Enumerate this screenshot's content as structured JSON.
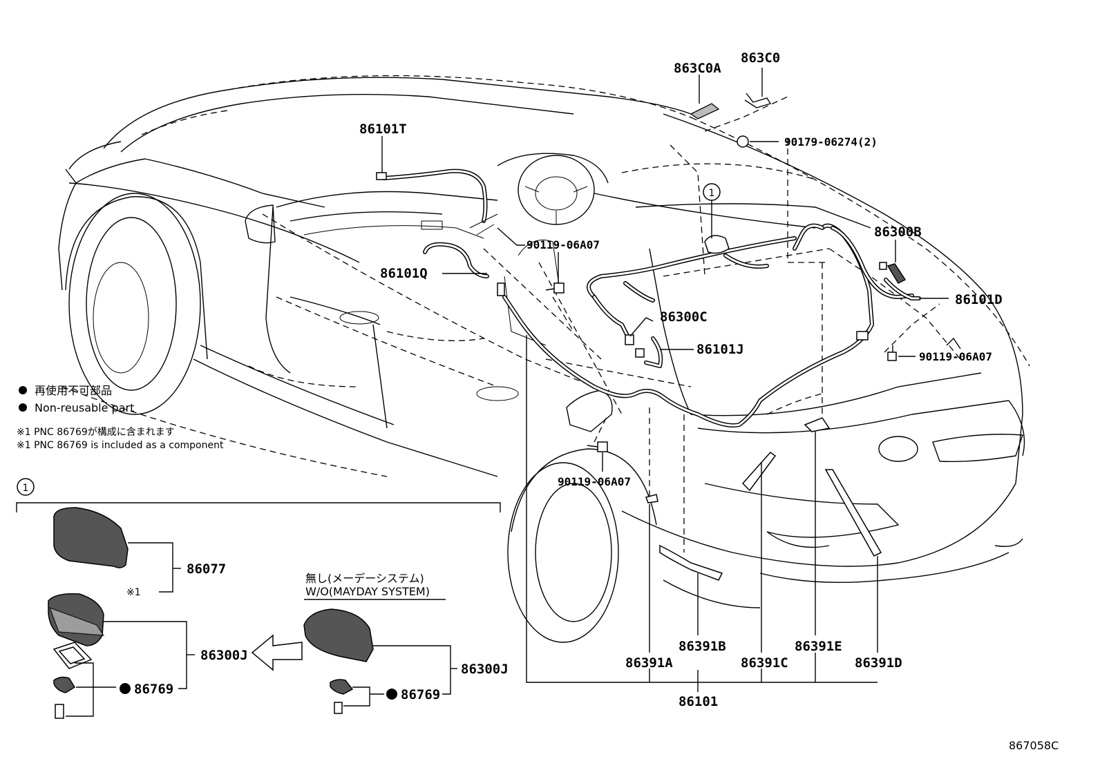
{
  "labels": {
    "p_863C0A": "863C0A",
    "p_863C0": "863C0",
    "p_90179": "90179-06274(2)",
    "p_86101T": "86101T",
    "p_86300B": "86300B",
    "p_86101D": "86101D",
    "p_90119_a": "90119-06A07",
    "p_86101Q": "86101Q",
    "p_86300C": "86300C",
    "p_86101J": "86101J",
    "p_90119_b": "90119-06A07",
    "p_90119_c": "90119-06A07",
    "p_86391A": "86391A",
    "p_86391B": "86391B",
    "p_86391C": "86391C",
    "p_86391E": "86391E",
    "p_86391D": "86391D",
    "p_86101": "86101",
    "p_86077": "86077",
    "p_86300J_a": "86300J",
    "p_86769_a": "86769",
    "p_86300J_b": "86300J",
    "p_86769_b": "86769",
    "ref_star1": "※1",
    "callout_1_top": "1",
    "callout_1_box": "1",
    "diagram_code": "867058C"
  },
  "legend": {
    "nonreusable_jp": "再使用不可部品",
    "nonreusable_en": "Non-reusable part",
    "note1_jp": "※1 PNC 86769が構成に含まれます",
    "note1_en": "※1 PNC 86769 is included as a component"
  },
  "variant": {
    "jp": "無し(メーデーシステム)",
    "en": "W/O(MAYDAY SYSTEM)"
  }
}
